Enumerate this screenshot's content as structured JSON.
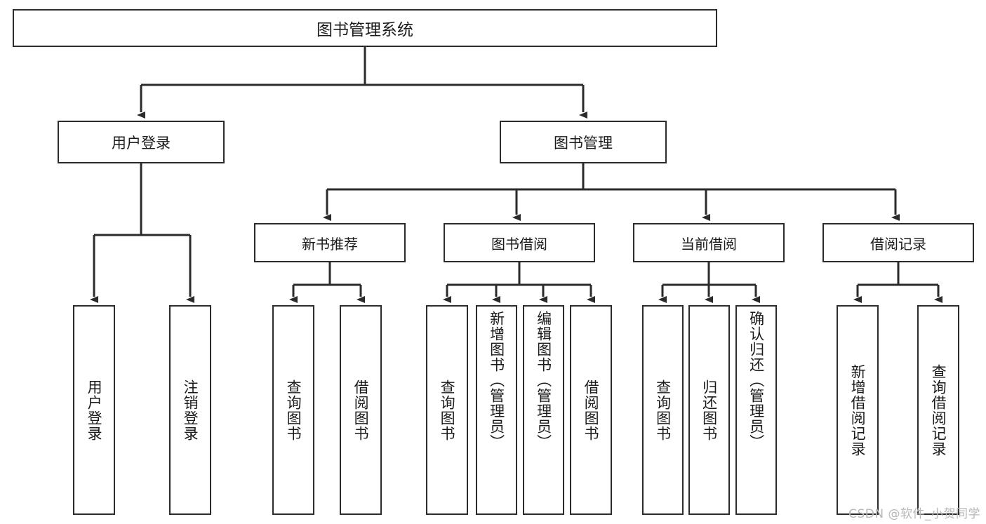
{
  "diagram": {
    "title": "图书管理系统",
    "type": "tree-hierarchy-chart",
    "root": {
      "label": "图书管理系统"
    },
    "level1": [
      {
        "label": "用户登录"
      },
      {
        "label": "图书管理"
      }
    ],
    "level2": [
      {
        "label": "新书推荐"
      },
      {
        "label": "图书借阅"
      },
      {
        "label": "当前借阅"
      },
      {
        "label": "借阅记录"
      }
    ],
    "leaves": {
      "user_login": [
        {
          "label": "用户登录"
        },
        {
          "label": "注销登录"
        }
      ],
      "new_book_recommend": [
        {
          "label": "查询图书"
        },
        {
          "label": "借阅图书"
        }
      ],
      "book_borrow": [
        {
          "label": "查询图书"
        },
        {
          "label": "新增图书（管理员）"
        },
        {
          "label": "编辑图书（管理员）"
        },
        {
          "label": "借阅图书"
        }
      ],
      "current_borrow": [
        {
          "label": "查询图书"
        },
        {
          "label": "归还图书"
        },
        {
          "label": "确认归还（管理员）"
        }
      ],
      "borrow_record": [
        {
          "label": "新增借阅记录"
        },
        {
          "label": "查询借阅记录"
        }
      ]
    }
  },
  "watermark": {
    "text": "CSDN @软件_小贺同学"
  },
  "colors": {
    "border": "#2b2b2b",
    "text": "#1a1a1a",
    "background": "#ffffff",
    "watermark": "#b7b7b7"
  }
}
